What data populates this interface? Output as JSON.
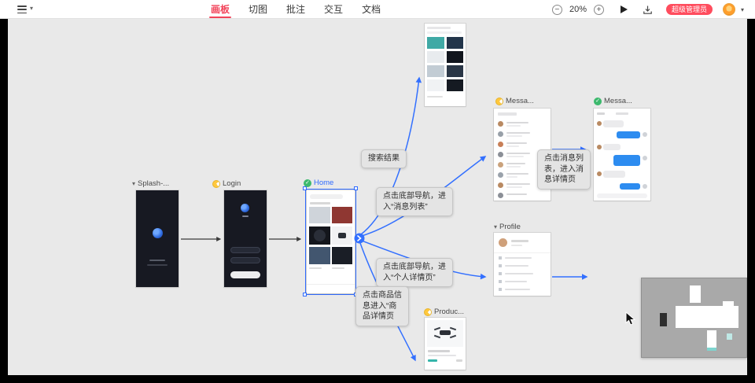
{
  "colors": {
    "accent": "#f2445a",
    "selection_blue": "#2f6bff",
    "arrow_blue": "#3370ff",
    "canvas_bg": "#e9e9e9",
    "badge_bg": "#ff4d5e"
  },
  "icons": {
    "caret": "▾",
    "collapse": "▾",
    "check": "✓"
  },
  "toolbar": {
    "tabs": [
      {
        "label": "画板"
      },
      {
        "label": "切图"
      },
      {
        "label": "批注"
      },
      {
        "label": "交互"
      },
      {
        "label": "文档"
      }
    ],
    "zoom_out_icon": "−",
    "zoom_level": "20%",
    "zoom_in_icon": "+",
    "badge": "超级管理员"
  },
  "frames": {
    "splash": {
      "label": "Splash-..."
    },
    "login": {
      "label": "Login"
    },
    "home": {
      "label": "Home"
    },
    "message_list": {
      "label": "Messa..."
    },
    "message_detail": {
      "label": "Messa..."
    },
    "profile": {
      "label": "Profile"
    },
    "product": {
      "label": "Produc..."
    }
  },
  "annotations": {
    "search_result": "搜索结果",
    "to_message_list": "点击底部导航，进\n入“消息列表”",
    "to_message_detail": "点击消息列\n表，进入消\n息详情页",
    "to_profile": "点击底部导航，进\n入“个人详情页”",
    "to_product": "点击商品信\n息进入“商\n品详情页"
  }
}
